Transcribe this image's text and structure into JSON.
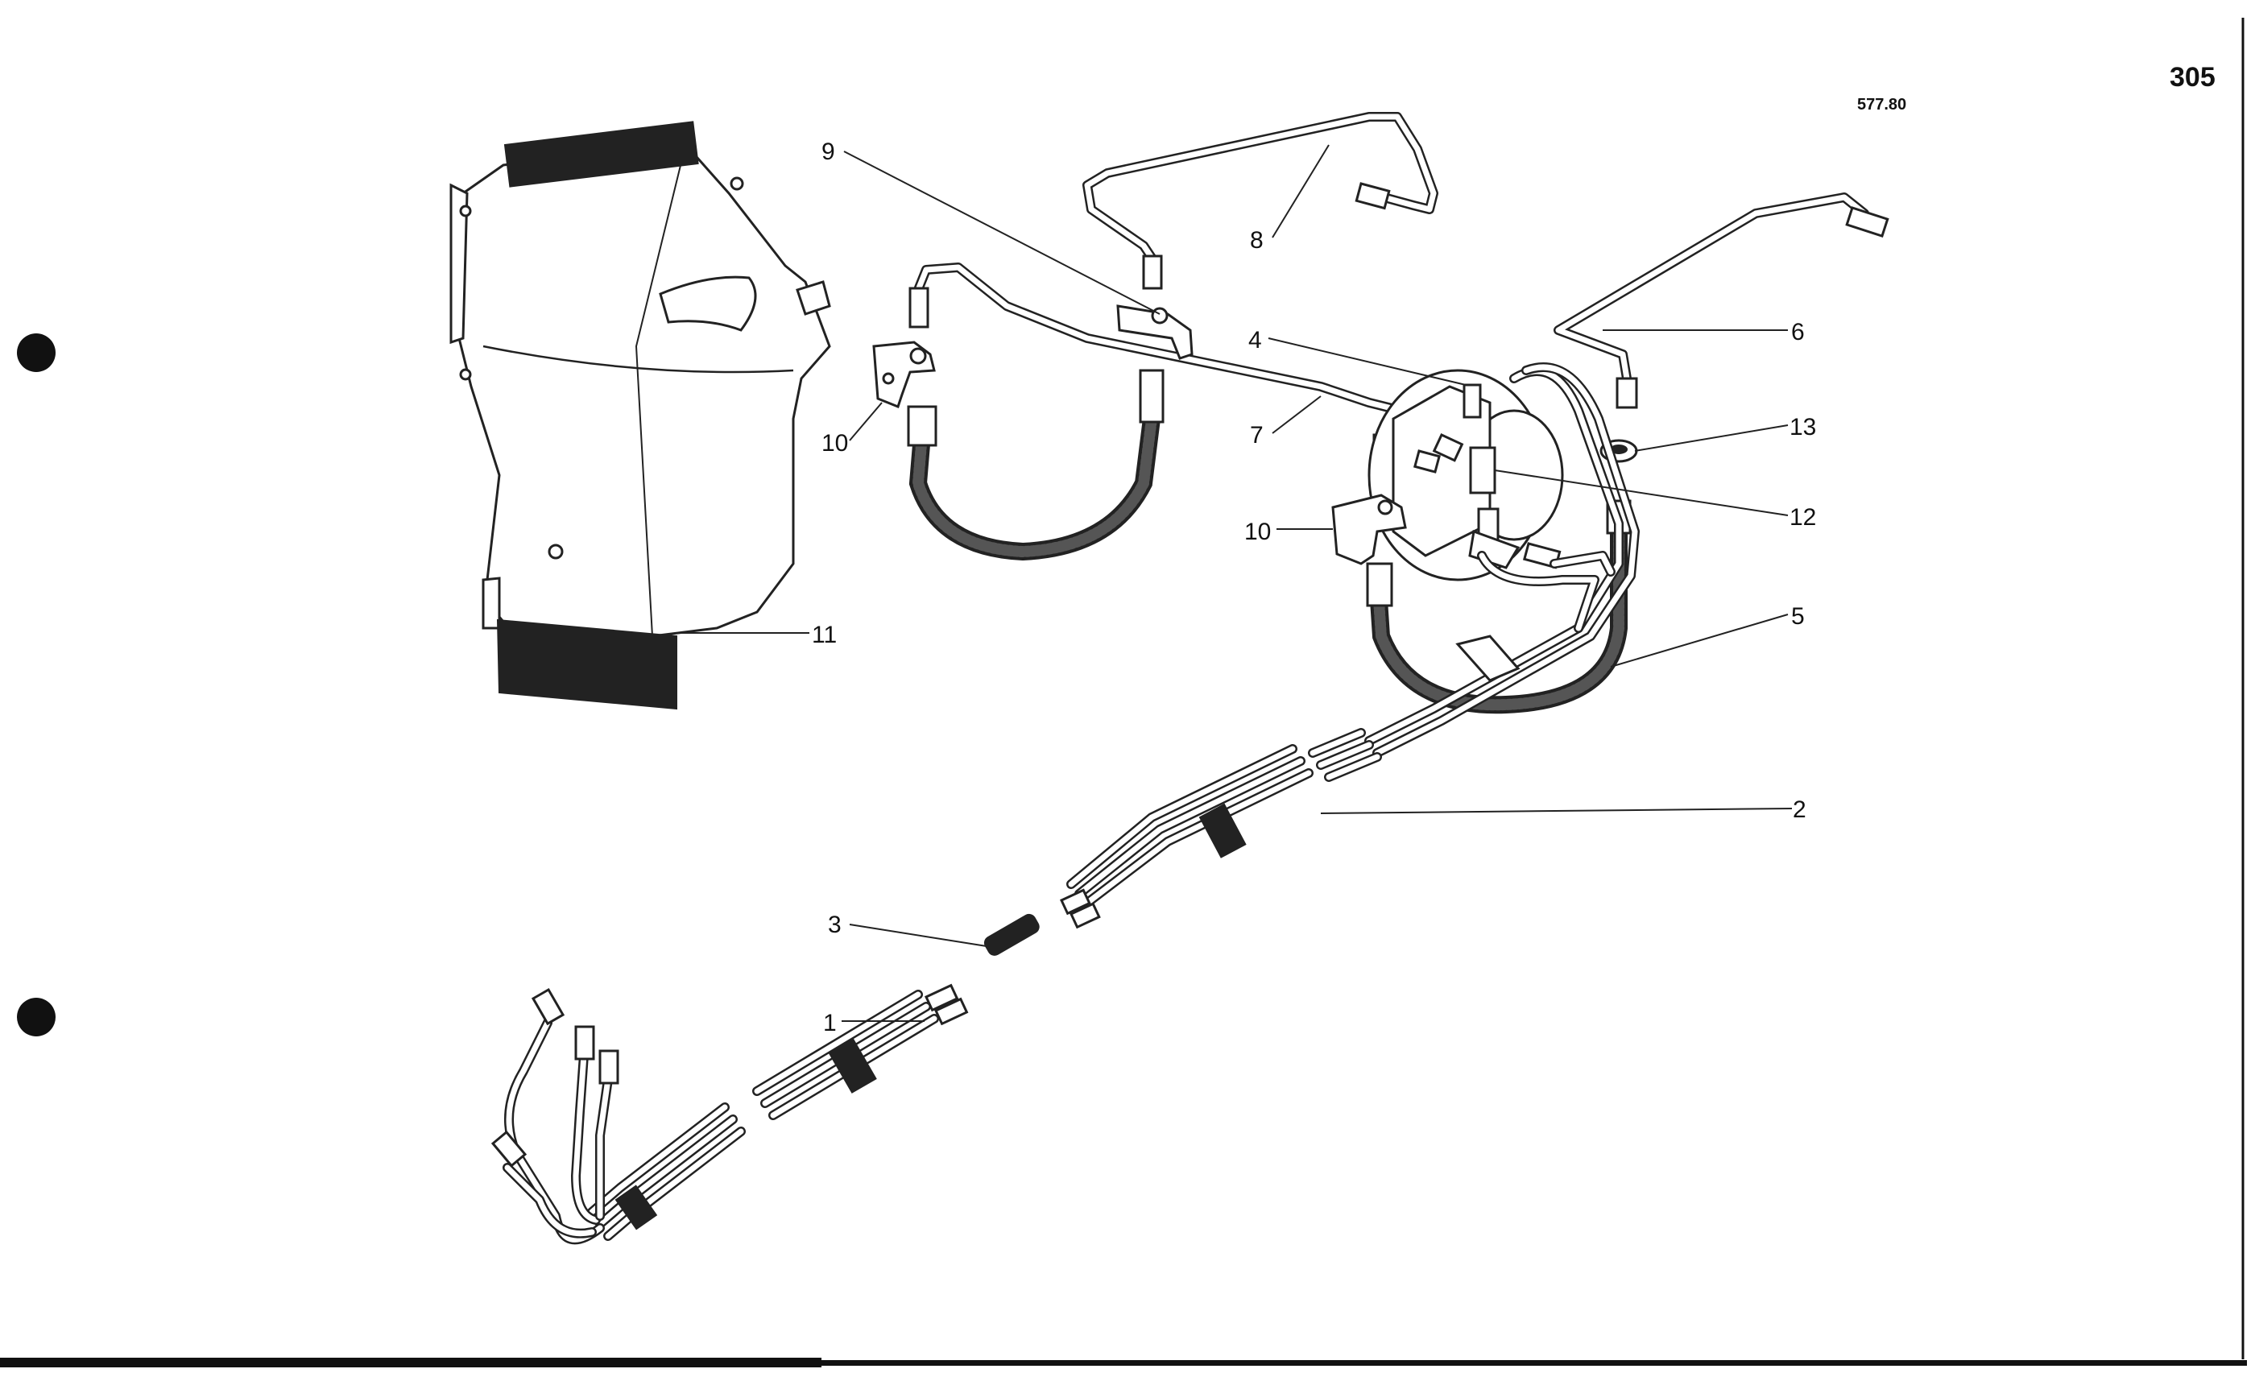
{
  "page": {
    "page_number": "305",
    "reference_code": "577.80"
  },
  "callouts": [
    {
      "id": "c1",
      "label": "1"
    },
    {
      "id": "c2",
      "label": "2"
    },
    {
      "id": "c3",
      "label": "3"
    },
    {
      "id": "c4",
      "label": "4"
    },
    {
      "id": "c5",
      "label": "5"
    },
    {
      "id": "c6",
      "label": "6"
    },
    {
      "id": "c7",
      "label": "7"
    },
    {
      "id": "c8",
      "label": "8"
    },
    {
      "id": "c9",
      "label": "9"
    },
    {
      "id": "c10a",
      "label": "10"
    },
    {
      "id": "c10b",
      "label": "10"
    },
    {
      "id": "c11",
      "label": "11"
    },
    {
      "id": "c12",
      "label": "12"
    },
    {
      "id": "c13",
      "label": "13"
    }
  ]
}
